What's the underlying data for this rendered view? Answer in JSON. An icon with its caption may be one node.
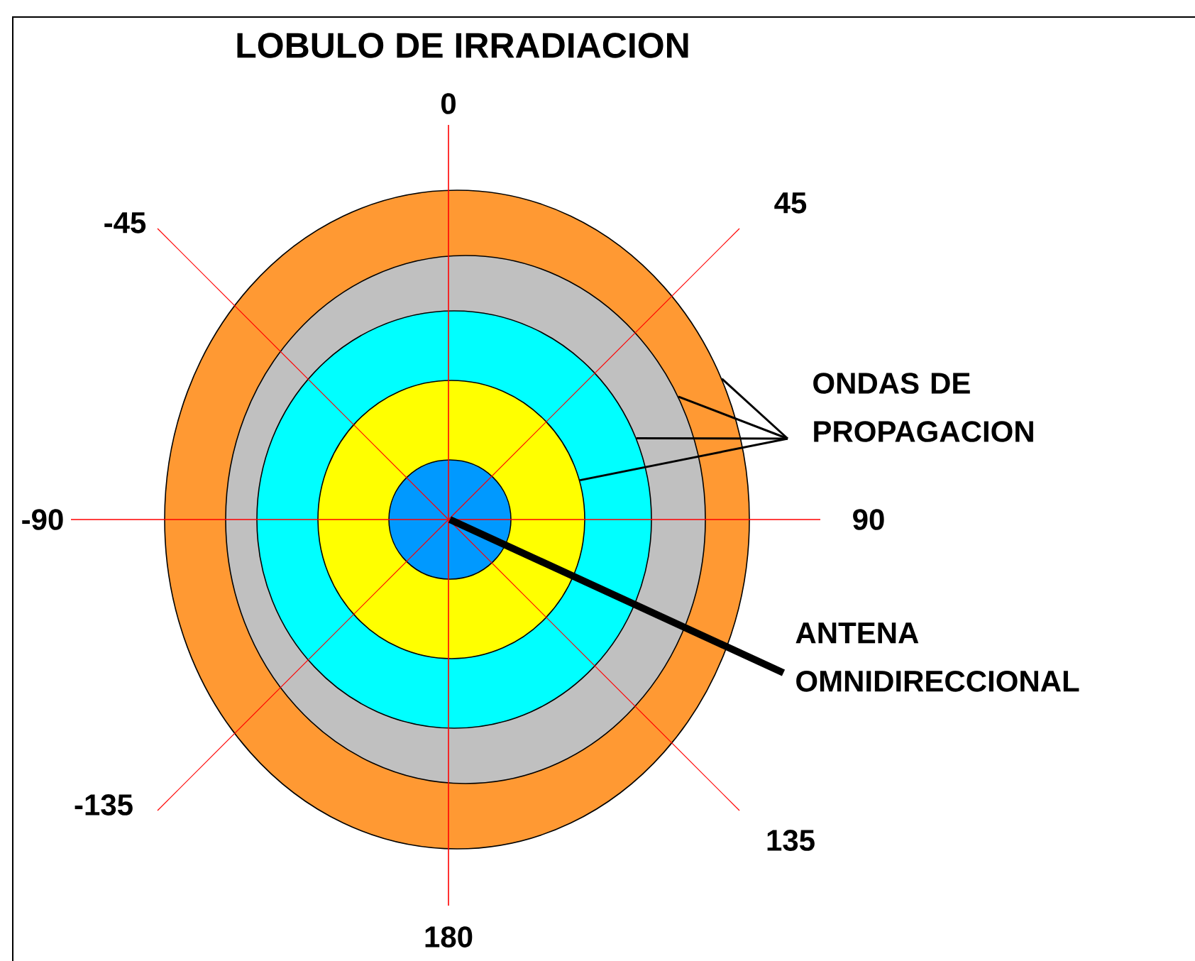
{
  "diagram": {
    "title": "LOBULO DE  IRRADIACION",
    "nodes": [
      {
        "text": [],
        "shape": "circle"
      },
      {
        "text": [],
        "shape": "circle",
        "in": 0
      },
      {
        "text": [],
        "shape": "circle",
        "in": 1
      },
      {
        "text": [],
        "shape": "circle",
        "in": 2
      },
      {
        "text": [],
        "shape": "circle",
        "in": 3
      },
      {
        "text": [
          "ONDAS DE PROPAGACION"
        ]
      },
      {
        "text": [
          "ANTENA OMNIDIRECCIONAL"
        ]
      }
    ],
    "edges": [
      {
        "from": 5,
        "to": 0,
        "arrow": "none"
      },
      {
        "from": 5,
        "to": 1,
        "arrow": "none"
      },
      {
        "from": 5,
        "to": 2,
        "arrow": "none"
      },
      {
        "from": 5,
        "to": 3,
        "arrow": "none"
      },
      {
        "from": 6,
        "to": 4,
        "arrow": "none",
        "style": "thick"
      }
    ],
    "labels": [
      "0",
      "-45",
      "45",
      "-90",
      "90",
      "-135",
      "135",
      "180"
    ]
  }
}
